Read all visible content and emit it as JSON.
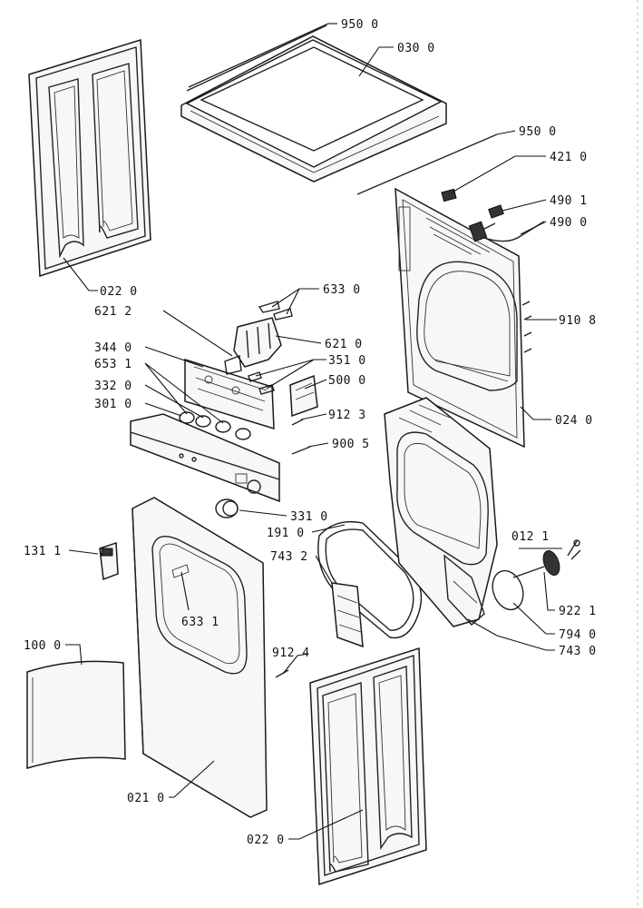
{
  "labels": {
    "p950a": "950 0",
    "p030": "030 0",
    "p950b": "950 0",
    "p421": "421 0",
    "p4901": "490 1",
    "p4900": "490 0",
    "p022a": "022 0",
    "p633a": "633 0",
    "p621b": "621 2",
    "p910": "910 8",
    "p621a": "621 0",
    "p344": "344 0",
    "p351": "351 0",
    "p653": "653 1",
    "p500": "500 0",
    "p332": "332 0",
    "p301": "301 0",
    "p912a": "912 3",
    "p024": "024 0",
    "p900": "900 5",
    "p331": "331 0",
    "p191": "191 0",
    "p012": "012 1",
    "p131": "131 1",
    "p743b": "743 2",
    "p922": "922 1",
    "p633b": "633 1",
    "p794": "794 0",
    "p743a": "743 0",
    "p100": "100 0",
    "p912b": "912 4",
    "p021": "021 0",
    "p022b": "022 0"
  }
}
